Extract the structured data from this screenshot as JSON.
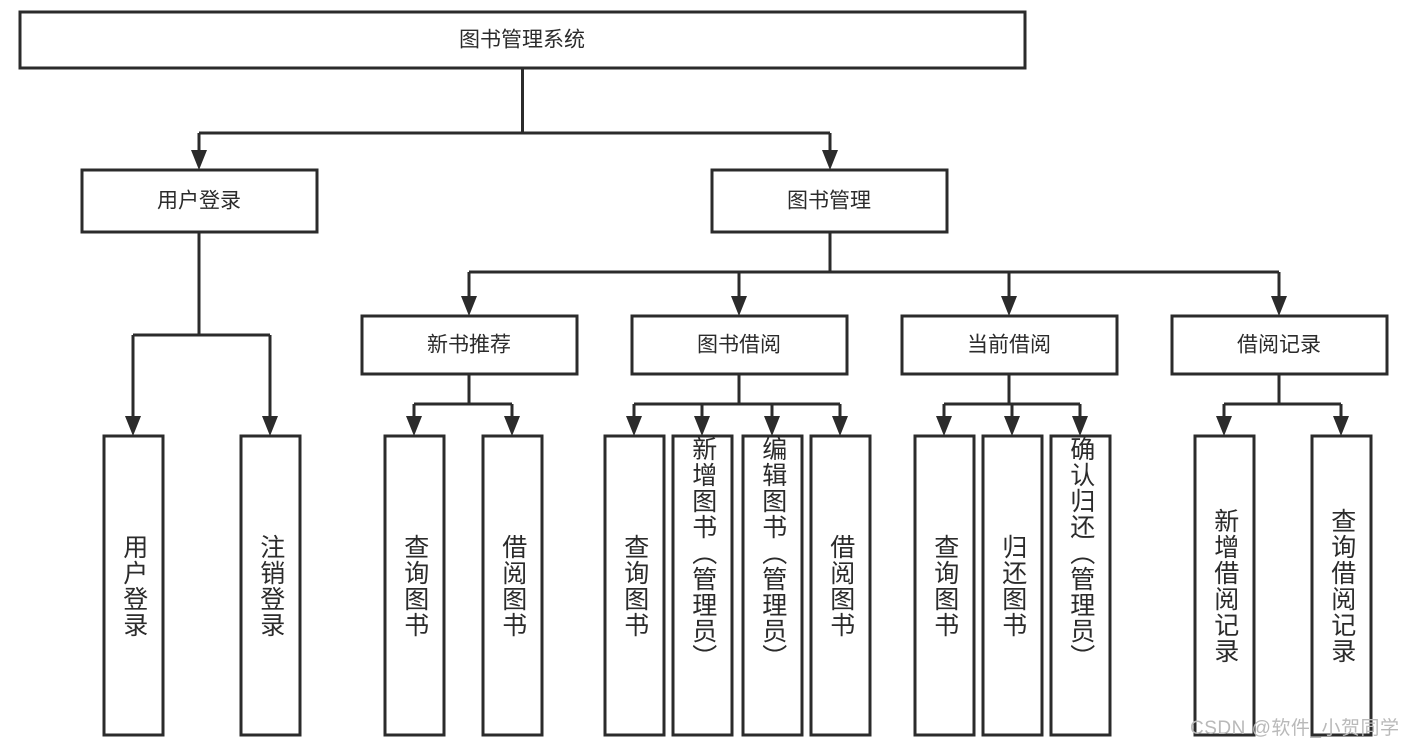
{
  "diagram": {
    "title": "图书管理系统",
    "type": "hierarchy-tree",
    "root": {
      "id": "root",
      "label": "图书管理系统"
    },
    "level2": [
      {
        "id": "user-login",
        "label": "用户登录"
      },
      {
        "id": "book-manage",
        "label": "图书管理"
      }
    ],
    "level3": [
      {
        "id": "new-book-rec",
        "label": "新书推荐"
      },
      {
        "id": "book-borrow",
        "label": "图书借阅"
      },
      {
        "id": "current-borrow",
        "label": "当前借阅"
      },
      {
        "id": "borrow-record",
        "label": "借阅记录"
      }
    ],
    "leaves": {
      "user_login": [
        {
          "id": "leaf-user-login",
          "label": "用户登录"
        },
        {
          "id": "leaf-logout",
          "label": "注销登录"
        }
      ],
      "new_book_rec": [
        {
          "id": "leaf-query-book-1",
          "label": "查询图书"
        },
        {
          "id": "leaf-borrow-book-1",
          "label": "借阅图书"
        }
      ],
      "book_borrow": [
        {
          "id": "leaf-query-book-2",
          "label": "查询图书"
        },
        {
          "id": "leaf-add-book",
          "label": "新增图书（管理员）"
        },
        {
          "id": "leaf-edit-book",
          "label": "编辑图书（管理员）"
        },
        {
          "id": "leaf-borrow-book-2",
          "label": "借阅图书"
        }
      ],
      "current_borrow": [
        {
          "id": "leaf-query-book-3",
          "label": "查询图书"
        },
        {
          "id": "leaf-return-book",
          "label": "归还图书"
        },
        {
          "id": "leaf-confirm-return",
          "label": "确认归还（管理员）"
        }
      ],
      "borrow_record": [
        {
          "id": "leaf-add-record",
          "label": "新增借阅记录"
        },
        {
          "id": "leaf-query-record",
          "label": "查询借阅记录"
        }
      ]
    }
  },
  "watermark": {
    "text": "CSDN @软件_小贺同学"
  },
  "colors": {
    "stroke": "#2b2b2b",
    "fill": "#ffffff",
    "background": "#ffffff",
    "watermark": "#b9b9b9"
  }
}
